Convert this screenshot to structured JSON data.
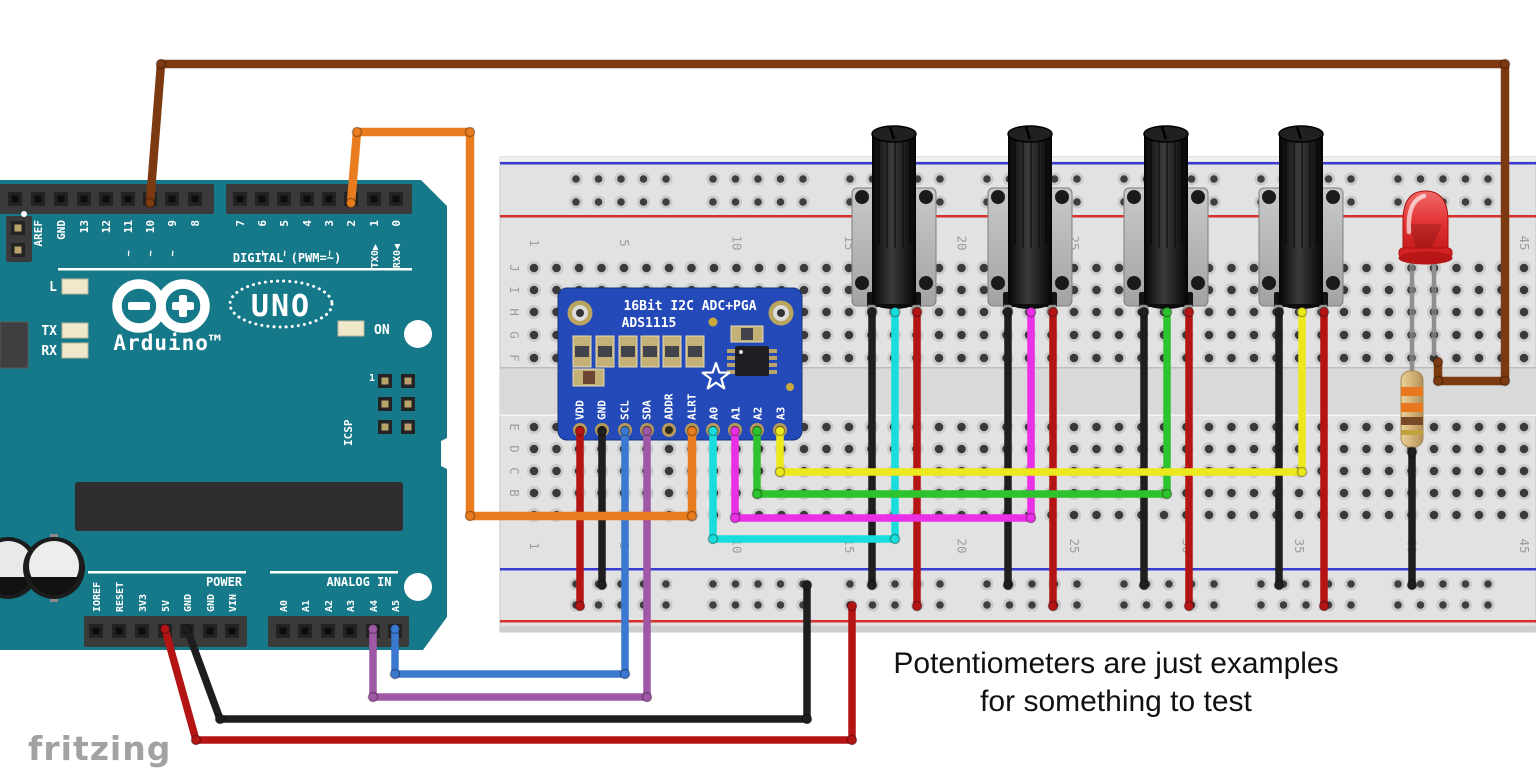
{
  "watermark": "fritzing",
  "caption": {
    "line1": "Potentiometers are just examples",
    "line2": "for something to test"
  },
  "arduino": {
    "brand": "Arduino™",
    "model_badge": "UNO",
    "digital_header_label": "DIGITAL (PWM=~)",
    "tx0_label": "TX0▶",
    "rx0_label": "RX0◀",
    "pwm_mark": "~",
    "top_pins_left": [
      "AREF",
      "GND",
      "13",
      "12",
      "11",
      "10",
      "9",
      "8"
    ],
    "top_pins_right": [
      "7",
      "6",
      "5",
      "4",
      "3",
      "2",
      "1",
      "0"
    ],
    "power_section_label": "POWER",
    "analog_section_label": "ANALOG IN",
    "power_pins": [
      "IOREF",
      "RESET",
      "3V3",
      "5V",
      "GND",
      "GND",
      "VIN"
    ],
    "analog_pins": [
      "A0",
      "A1",
      "A2",
      "A3",
      "A4",
      "A5"
    ],
    "icsp_label": "ICSP",
    "icsp_pin1_label": "1",
    "on_led_label": "ON",
    "builtin_led_label": "L",
    "tx_led_label": "TX",
    "rx_led_label": "RX",
    "board_color": "#16798a"
  },
  "ads1115": {
    "title": "16Bit I2C ADC+PGA",
    "name": "ADS1115",
    "pins": [
      "VDD",
      "GND",
      "SCL",
      "SDA",
      "ADDR",
      "ALRT",
      "A0",
      "A1",
      "A2",
      "A3"
    ],
    "board_color": "#2449b8"
  },
  "breadboard": {
    "row_labels": [
      "J",
      "I",
      "H",
      "G",
      "F",
      "E",
      "D",
      "C",
      "B",
      "A"
    ],
    "column_labels": [
      "1",
      "5",
      "10",
      "15",
      "20",
      "25",
      "30",
      "35",
      "40",
      "45"
    ],
    "negative_rail_color": "#3b3bd0",
    "positive_rail_color": "#d43030"
  },
  "wire_colors": {
    "d10_to_led": "#7d3a10",
    "d2_to_alrt": "#e87c1e",
    "a5_to_scl": "#3a79cf",
    "a4_to_sda": "#9e58a5",
    "ground": "#1e1e1e",
    "supply_5v": "#b41414",
    "a0_to_pot1": "#19dcdc",
    "a1_to_pot2": "#ea30e6",
    "a2_to_pot3": "#2ec22e",
    "a3_to_pot4": "#ece81c"
  },
  "components": {
    "potentiometers": {
      "count": 4,
      "knob_color": "#111111",
      "body_color": "#b9b9b9"
    },
    "led": {
      "color": "#d92020"
    },
    "resistor": {
      "body_color": "#d8b87a",
      "bands": [
        "#e87820",
        "#e87820",
        "#7a4a28",
        "#c2a23c"
      ]
    }
  }
}
